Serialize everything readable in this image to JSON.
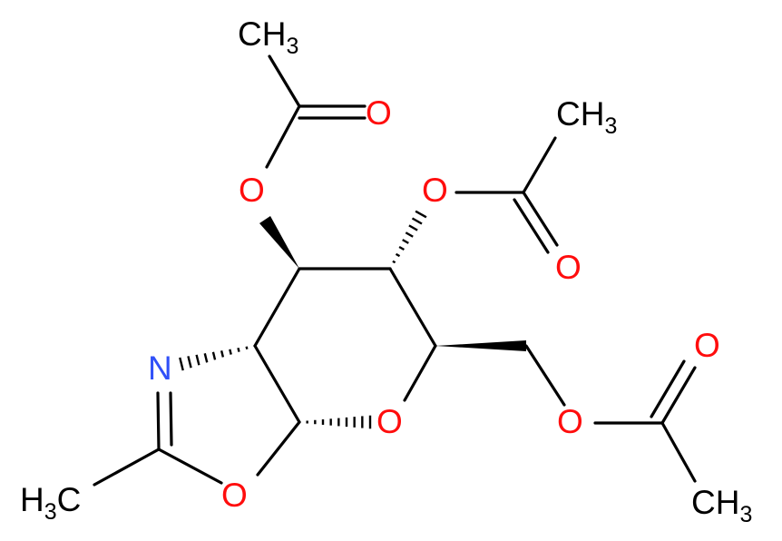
{
  "colors": {
    "bond": "#000000",
    "oxygen": "#ff0d0d",
    "nitrogen": "#3050f8",
    "carbon": "#000000"
  },
  "labels": {
    "ch3": {
      "main": "CH",
      "sub": "3"
    },
    "h3c": {
      "main": "H",
      "sub": "3",
      "end": "C"
    },
    "oxygen": "O",
    "nitrogen": "N"
  }
}
